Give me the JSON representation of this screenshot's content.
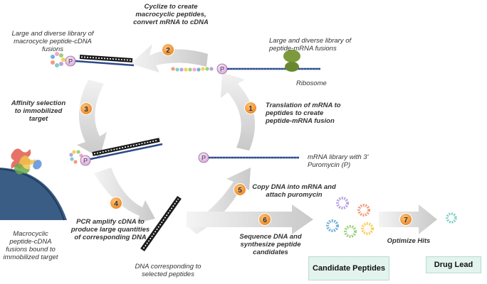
{
  "labels": {
    "step2_text": "Cyclize to create macrocyclic peptides, convert mRNA to cDNA",
    "left_library": "Large and diverse library of macrocycle peptide-cDNA fusions",
    "right_library": "Large and diverse library of peptide-mRNA fusions",
    "ribosome": "Ribosome",
    "step3_text": "Affinity selection to immobilized target",
    "step1_text": "Translation of mRNA to peptides to create peptide-mRNA fusion",
    "mrna_library": "mRNA library with 3' Puromycin (P)",
    "step5_text": "Copy DNA into mRNA and attach puromycin",
    "step4_text": "PCR amplify cDNA to produce large quantities of corresponding DNA",
    "bound_text": "Macrocyclic peptide-cDNA fusions bound to immobilized target",
    "dna_selected": "DNA corresponding to selected peptides",
    "step6_text": "Sequence DNA and synthesize peptide candidates",
    "step7_text": "Optimize Hits",
    "puromycin_symbol": "P"
  },
  "steps": [
    "1",
    "2",
    "3",
    "4",
    "5",
    "6",
    "7"
  ],
  "outputs": {
    "candidate": "Candidate Peptides",
    "drug_lead": "Drug Lead"
  },
  "colors": {
    "arrow_fill": "#d4d4d4",
    "step_badge": "#f39c36",
    "strand_blue": "#2c4a8a",
    "strand_black": "#1a1a1a",
    "puromycin_pink": "#ecc6ee",
    "ribosome_green": "#7c9a3c",
    "box_fill": "#e3f3ee",
    "target_blue": "#3a5d86"
  }
}
